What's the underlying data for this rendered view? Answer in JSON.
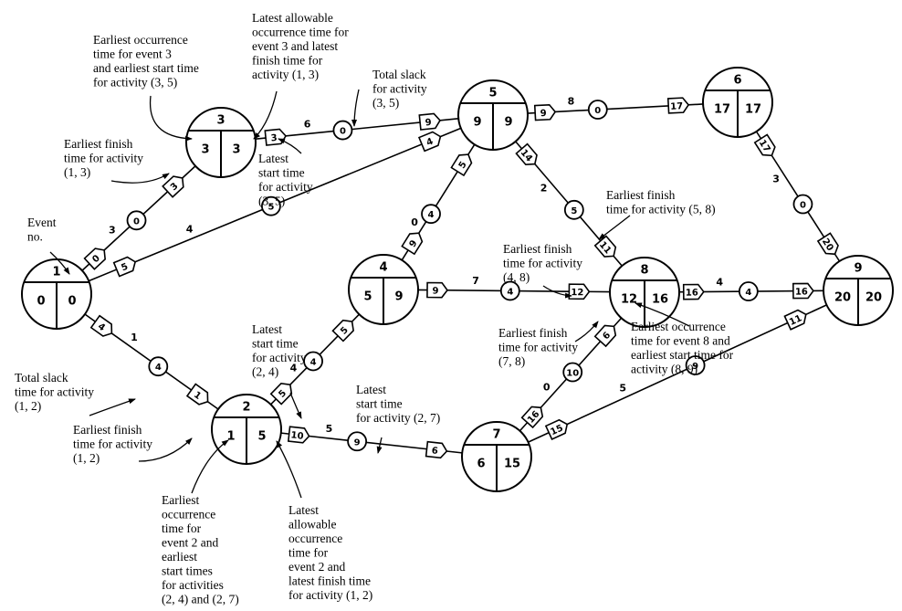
{
  "diagram": {
    "type": "PERT/CPM activity-on-arrow network",
    "nodes": [
      {
        "id": "1",
        "event": "1",
        "earliest": "0",
        "latest": "0"
      },
      {
        "id": "2",
        "event": "2",
        "earliest": "1",
        "latest": "5"
      },
      {
        "id": "3",
        "event": "3",
        "earliest": "3",
        "latest": "3"
      },
      {
        "id": "4",
        "event": "4",
        "earliest": "5",
        "latest": "9"
      },
      {
        "id": "5",
        "event": "5",
        "earliest": "9",
        "latest": "9"
      },
      {
        "id": "6",
        "event": "6",
        "earliest": "17",
        "latest": "17"
      },
      {
        "id": "7",
        "event": "7",
        "earliest": "6",
        "latest": "15"
      },
      {
        "id": "8",
        "event": "8",
        "earliest": "12",
        "latest": "16"
      },
      {
        "id": "9",
        "event": "9",
        "earliest": "20",
        "latest": "20"
      }
    ],
    "activities": [
      {
        "id": "1-3",
        "from": "1",
        "to": "3",
        "duration": "3",
        "slack": "0",
        "latest_start": "0",
        "earliest_finish": "3"
      },
      {
        "id": "1-5",
        "from": "1",
        "to": "5",
        "duration": "4",
        "slack": "5",
        "latest_start": "5",
        "earliest_finish": "4"
      },
      {
        "id": "1-2",
        "from": "1",
        "to": "2",
        "duration": "1",
        "slack": "4",
        "latest_start": "4",
        "earliest_finish": "1"
      },
      {
        "id": "3-5",
        "from": "3",
        "to": "5",
        "duration": "6",
        "slack": "0",
        "latest_start": "3",
        "earliest_finish": "9"
      },
      {
        "id": "2-4",
        "from": "2",
        "to": "4",
        "duration": "4",
        "slack": "4",
        "latest_start": "5",
        "earliest_finish": "5"
      },
      {
        "id": "2-7",
        "from": "2",
        "to": "7",
        "duration": "5",
        "slack": "9",
        "latest_start": "10",
        "earliest_finish": "6"
      },
      {
        "id": "4-5",
        "from": "4",
        "to": "5",
        "duration": "0",
        "slack": "4",
        "latest_start": "9",
        "earliest_finish": "5"
      },
      {
        "id": "4-8",
        "from": "4",
        "to": "8",
        "duration": "7",
        "slack": "4",
        "latest_start": "9",
        "earliest_finish": "12"
      },
      {
        "id": "5-6",
        "from": "5",
        "to": "6",
        "duration": "8",
        "slack": "0",
        "latest_start": "9",
        "earliest_finish": "17"
      },
      {
        "id": "5-8",
        "from": "5",
        "to": "8",
        "duration": "2",
        "slack": "5",
        "latest_start": "14",
        "earliest_finish": "11"
      },
      {
        "id": "6-9",
        "from": "6",
        "to": "9",
        "duration": "3",
        "slack": "0",
        "latest_start": "17",
        "earliest_finish": "20"
      },
      {
        "id": "7-8",
        "from": "7",
        "to": "8",
        "duration": "0",
        "slack": "10",
        "latest_start": "16",
        "earliest_finish": "6"
      },
      {
        "id": "7-9",
        "from": "7",
        "to": "9",
        "duration": "5",
        "slack": "9",
        "latest_start": "15",
        "earliest_finish": "11"
      },
      {
        "id": "8-9",
        "from": "8",
        "to": "9",
        "duration": "4",
        "slack": "4",
        "latest_start": "16",
        "earliest_finish": "16"
      }
    ],
    "annotations": [
      {
        "id": "event-no",
        "lines": [
          "Event",
          "no."
        ]
      },
      {
        "id": "eo-event3",
        "lines": [
          "Earliest occurrence",
          "time for event 3",
          "and earliest start time",
          "for activity (3, 5)"
        ]
      },
      {
        "id": "la-event3",
        "lines": [
          "Latest allowable",
          "occurrence time for",
          "event 3 and latest",
          "finish time for",
          "activity (1, 3)"
        ]
      },
      {
        "id": "ef-13",
        "lines": [
          "Earliest finish",
          "time for activity",
          "(1, 3)"
        ]
      },
      {
        "id": "ls-35",
        "lines": [
          "Latest",
          "start time",
          "for activity",
          "(3, 5)"
        ]
      },
      {
        "id": "ts-35",
        "lines": [
          "Total slack",
          "for activity",
          "(3, 5)"
        ]
      },
      {
        "id": "ef-58",
        "lines": [
          "Earliest finish",
          "time for activity (5, 8)"
        ]
      },
      {
        "id": "ef-48",
        "lines": [
          "Earliest finish",
          "time for activity",
          "(4, 8)"
        ]
      },
      {
        "id": "ef-78",
        "lines": [
          "Earliest finish",
          "time for activity",
          "(7, 8)"
        ]
      },
      {
        "id": "eo-event8",
        "lines": [
          "Earliest occurrence",
          "time for event 8 and",
          "earliest start time for",
          "activity (8, 9)"
        ]
      },
      {
        "id": "ls-24",
        "lines": [
          "Latest",
          "start time",
          "for activity",
          "(2, 4)"
        ]
      },
      {
        "id": "ls-27",
        "lines": [
          "Latest",
          "start time",
          "for activity (2, 7)"
        ]
      },
      {
        "id": "ts-12",
        "lines": [
          "Total slack",
          "time for activity",
          "(1, 2)"
        ]
      },
      {
        "id": "ef-12",
        "lines": [
          "Earliest finish",
          "time for activity",
          "(1, 2)"
        ]
      },
      {
        "id": "eo-event2",
        "lines": [
          "Earliest",
          "occurrence",
          "time for",
          "event 2 and",
          "earliest",
          "start times",
          "for activities",
          "(2, 4) and (2, 7)"
        ]
      },
      {
        "id": "la-event2",
        "lines": [
          "Latest",
          "allowable",
          "occurrence",
          "time for",
          "event 2 and",
          "latest finish time",
          "for activity (1, 2)"
        ]
      }
    ]
  }
}
